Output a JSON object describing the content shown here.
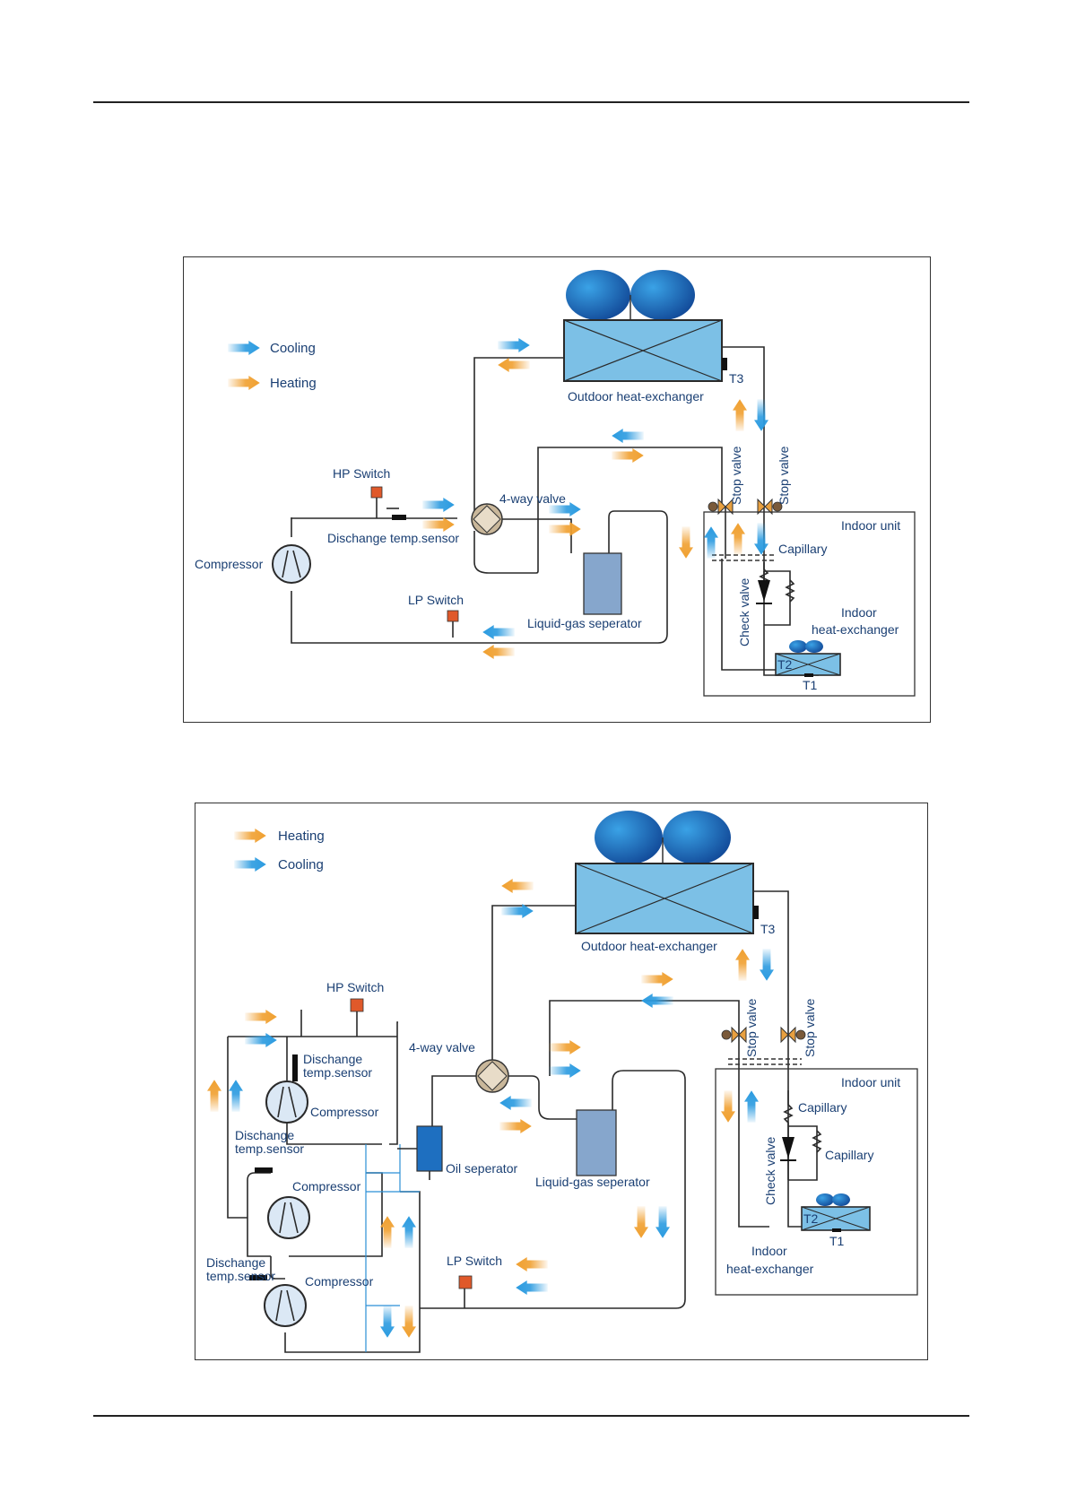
{
  "colors": {
    "cooling": "#2b9be0",
    "heating": "#f0a030",
    "exchanger_fill": "#7cc0e6",
    "separator_fill": "#86a6cc",
    "oil_separator_fill": "#1e6fc0",
    "switch_fill": "#e0592a",
    "text": "#1a3f73",
    "fan_dark": "#0d3f8f"
  },
  "diagram1": {
    "legend": {
      "cooling": "Cooling",
      "heating": "Heating"
    },
    "outdoor_hx": "Outdoor heat-exchanger",
    "t3": "T3",
    "four_way_valve": "4-way valve",
    "hp_switch": "HP Switch",
    "discharge_sensor": "Dischange temp.sensor",
    "compressor": "Compressor",
    "lp_switch": "LP Switch",
    "liquid_gas_separator": "Liquid-gas seperator",
    "stop_valve_1": "Stop valve",
    "stop_valve_2": "Stop valve",
    "indoor_unit": "Indoor unit",
    "capillary": "Capillary",
    "check_valve": "Check valve",
    "indoor_hx_line1": "Indoor",
    "indoor_hx_line2": "heat-exchanger",
    "t1": "T1",
    "t2": "T2"
  },
  "diagram2": {
    "legend": {
      "heating": "Heating",
      "cooling": "Cooling"
    },
    "outdoor_hx": "Outdoor heat-exchanger",
    "t3": "T3",
    "hp_switch": "HP Switch",
    "four_way_valve": "4-way valve",
    "discharge_sensor_1_line1": "Dischange",
    "discharge_sensor_1_line2": "temp.sensor",
    "compressor_1": "Compressor",
    "discharge_sensor_2_line1": "Dischange",
    "discharge_sensor_2_line2": "temp.sensor",
    "compressor_2": "Compressor",
    "discharge_sensor_3_line1": "Dischange",
    "discharge_sensor_3_line2": "temp.sensor",
    "compressor_3": "Compressor",
    "oil_separator": "Oil seperator",
    "liquid_gas_separator": "Liquid-gas seperator",
    "lp_switch": "LP Switch",
    "stop_valve_1": "Stop valve",
    "stop_valve_2": "Stop valve",
    "indoor_unit": "Indoor unit",
    "capillary_1": "Capillary",
    "capillary_2": "Capillary",
    "check_valve": "Check valve",
    "t1": "T1",
    "t2": "T2",
    "indoor_hx_line1": "Indoor",
    "indoor_hx_line2": "heat-exchanger"
  }
}
